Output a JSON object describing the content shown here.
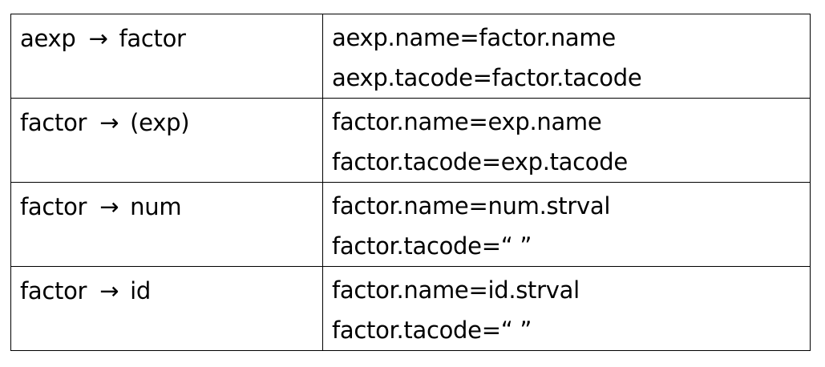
{
  "table": {
    "rows": [
      {
        "lhs": "aexp",
        "arrow": "→",
        "rhs": "factor",
        "rules": [
          "aexp.name=factor.name",
          "aexp.tacode=factor.tacode"
        ]
      },
      {
        "lhs": "factor",
        "arrow": "→",
        "rhs": "(exp)",
        "rules": [
          "factor.name=exp.name",
          "factor.tacode=exp.tacode"
        ]
      },
      {
        "lhs": "factor",
        "arrow": "→",
        "rhs": "num",
        "rules": [
          "factor.name=num.strval",
          "factor.tacode=“ ”"
        ]
      },
      {
        "lhs": "factor",
        "arrow": "→",
        "rhs": "id",
        "rules": [
          "factor.name=id.strval",
          "factor.tacode=“ ”"
        ]
      }
    ]
  }
}
